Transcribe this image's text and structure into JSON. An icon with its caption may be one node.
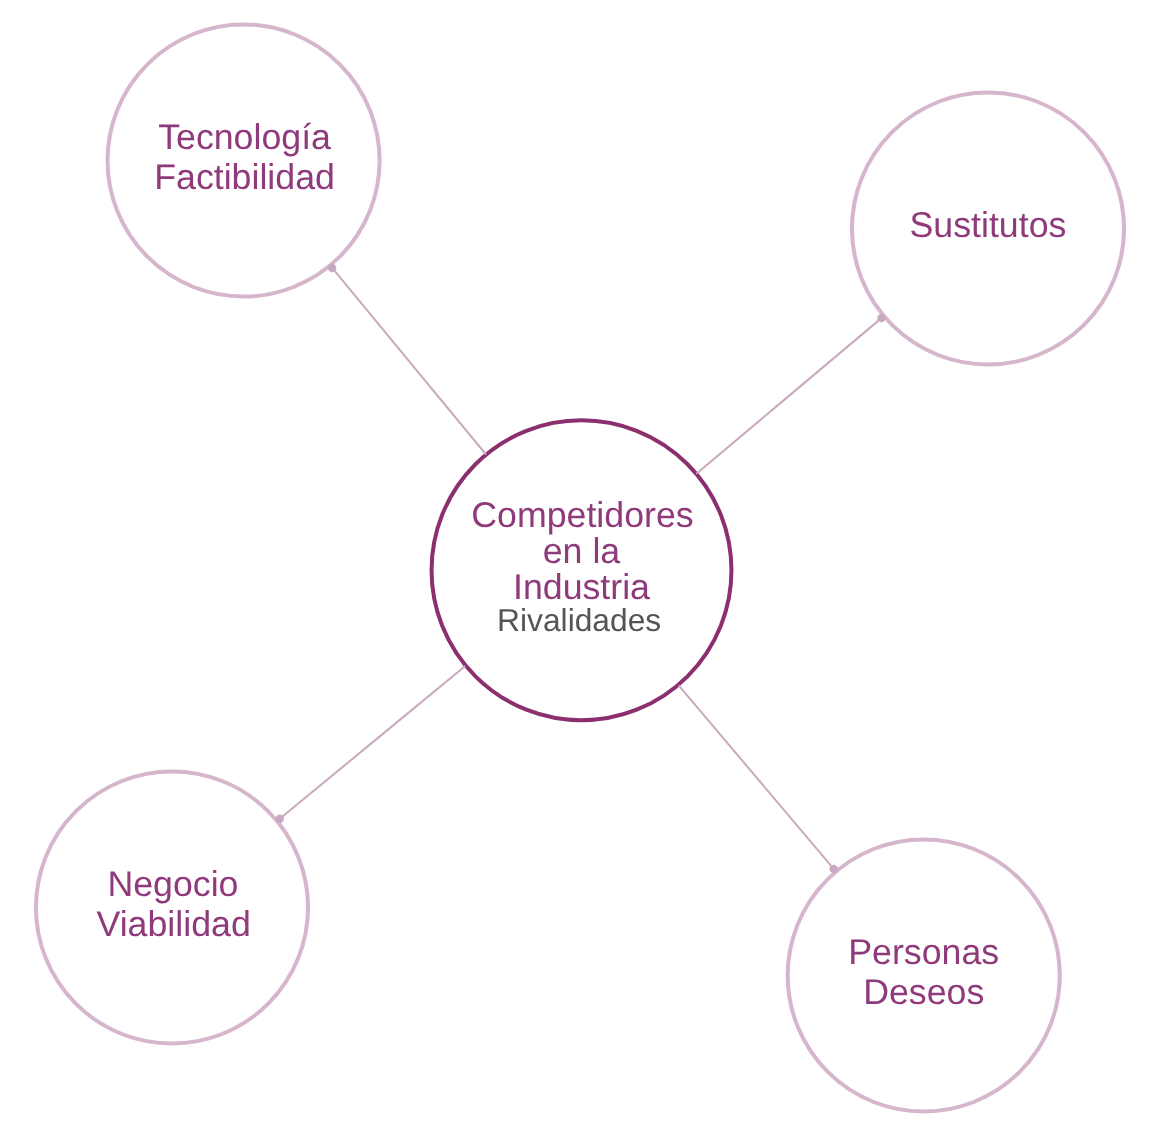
{
  "diagram": {
    "nodes": [
      {
        "text": [
          "Negocio Viabilidad"
        ]
      },
      {
        "text": [
          "Personas Deseos"
        ]
      },
      {
        "text": [
          "Competidores en la Industria",
          "Rivalidades"
        ]
      },
      {
        "text": [
          "Tecnología Factibilidad"
        ]
      },
      {
        "text": [
          "Sustitutos"
        ]
      }
    ],
    "edges": [
      {
        "from": 2,
        "to": 0,
        "arrow": "other"
      },
      {
        "from": 2,
        "to": 1,
        "arrow": "other"
      },
      {
        "from": 2,
        "to": 3,
        "arrow": "other"
      },
      {
        "from": 2,
        "to": 4,
        "arrow": "other"
      }
    ]
  }
}
